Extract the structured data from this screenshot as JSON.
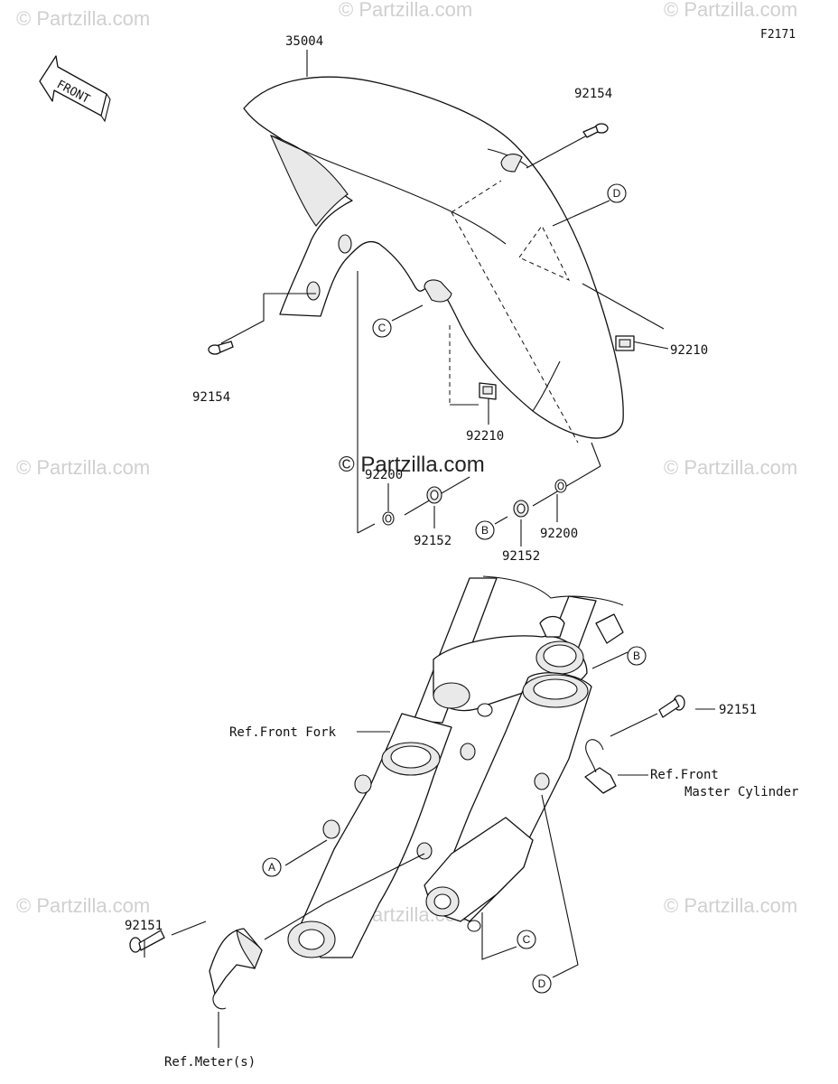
{
  "watermarks": {
    "site": "© Partzilla.com",
    "center": "© Partzilla.com"
  },
  "diagram_code": "F2171",
  "front_arrow": "FRONT",
  "part_numbers": {
    "fender": "35004",
    "bolt_top_right": "92154",
    "bolt_left": "92154",
    "nut_right": "92210",
    "nut_center": "92210",
    "washer_left": "92200",
    "washer_right": "92200",
    "collar_left": "92152",
    "collar_right": "92152",
    "bolt_fork_right": "92151",
    "bolt_fork_left": "92151"
  },
  "refs": {
    "front_fork": "Ref.Front Fork",
    "master_cyl_1": "Ref.Front",
    "master_cyl_2": "Master Cylinder",
    "meter": "Ref.Meter(s)"
  },
  "callouts": {
    "a": "A",
    "b": "B",
    "c": "C",
    "d": "D"
  }
}
